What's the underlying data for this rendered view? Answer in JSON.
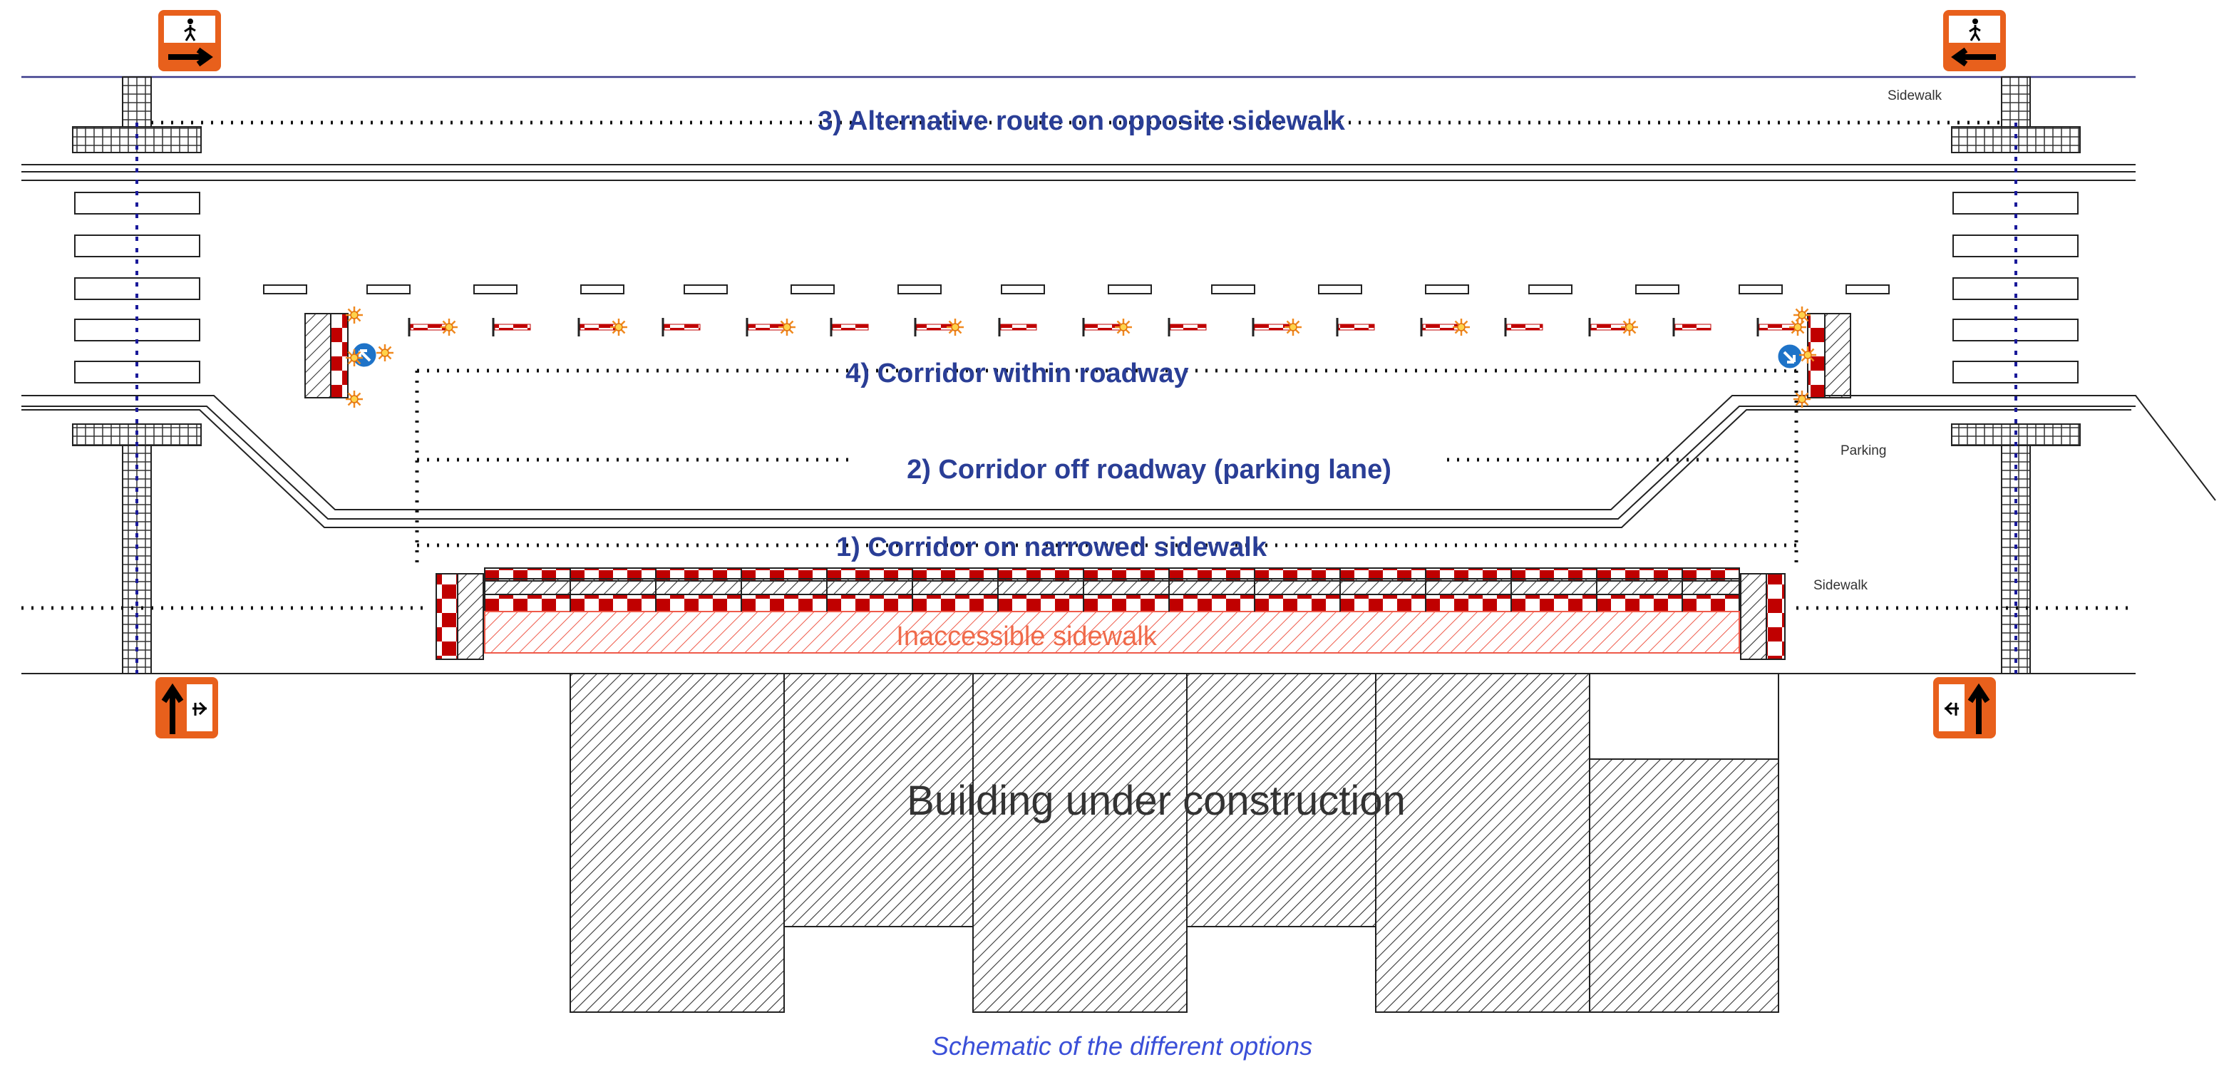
{
  "labels": {
    "route3": "3) Alternative route on opposite sidewalk",
    "route4": "4) Corridor within roadway",
    "route2": "2) Corridor off roadway (parking lane)",
    "route1": "1) Corridor on narrowed sidewalk",
    "inaccessible": "Inaccessible sidewalk",
    "building": "Building under construction",
    "sidewalk_top": "Sidewalk",
    "parking": "Parking",
    "sidewalk_bottom": "Sidewalk",
    "caption": "Schematic of the different options"
  },
  "icons": [
    "pedestrian-detour-right-sign",
    "pedestrian-detour-left-sign",
    "pedestrian-up-right-sign",
    "pedestrian-up-left-sign",
    "keep-left-sign",
    "warning-light-icon",
    "barrier-icon"
  ],
  "colors": {
    "label_blue": "#2a3e96",
    "inaccessible_red": "#f06a4a",
    "barrier_red": "#c00000",
    "sign_orange": "#e8601c",
    "caption_blue": "#3a4fd8",
    "route_dots": "#1a1a7a"
  }
}
